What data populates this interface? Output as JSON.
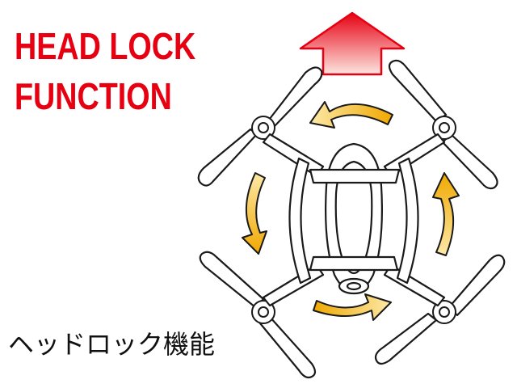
{
  "title": {
    "line1": "HEAD LOCK",
    "line2": "FUNCTION"
  },
  "caption": "ヘッドロック機能",
  "colors": {
    "title": "#e60012",
    "arrow_head": "#e60012",
    "arrow_tail": "#fde0d8",
    "rotation_arrow_dark": "#f0a800",
    "rotation_arrow_light": "#fde9a8",
    "outline": "#1a1a1a"
  },
  "icons": {
    "forward_arrow": "forward-direction-arrow",
    "rotation_arrows": "rotation-arrow",
    "drone": "quadcopter-drone"
  }
}
